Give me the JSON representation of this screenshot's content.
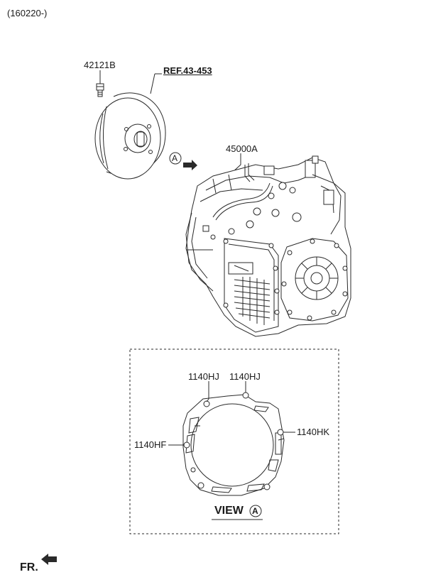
{
  "header": {
    "date_code": "(160220-)"
  },
  "parts": {
    "bolt": "42121B",
    "reference": "REF.43-453",
    "transaxle": "45000A",
    "hj_left": "1140HJ",
    "hj_right": "1140HJ",
    "hk": "1140HK",
    "hf": "1140HF"
  },
  "view": {
    "label": "VIEW",
    "marker": "A"
  },
  "callout": {
    "marker": "A"
  },
  "footer": {
    "front_label": "FR."
  }
}
